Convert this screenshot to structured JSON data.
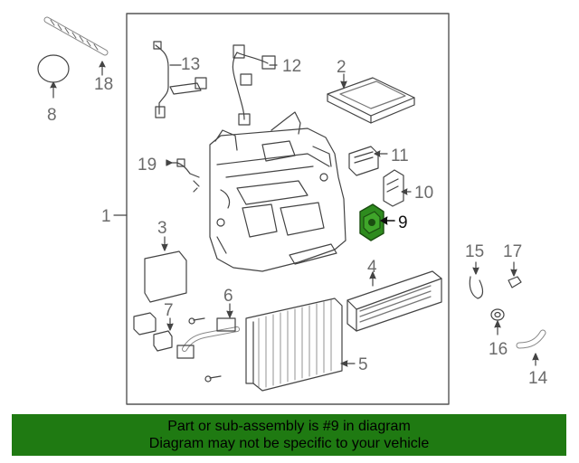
{
  "callouts": {
    "c1": "1",
    "c2": "2",
    "c3": "3",
    "c4": "4",
    "c5": "5",
    "c6": "6",
    "c7": "7",
    "c8": "8",
    "c9": "9",
    "c10": "10",
    "c11": "11",
    "c12": "12",
    "c13": "13",
    "c14": "14",
    "c15": "15",
    "c16": "16",
    "c17": "17",
    "c18": "18",
    "c19": "19"
  },
  "highlight": {
    "part_number": "9",
    "color": "#2e8b1e"
  },
  "banner": {
    "line1": "Part or sub-assembly is #9 in diagram",
    "line2": "Diagram may not be specific to your vehicle",
    "background": "#1f7a12"
  }
}
